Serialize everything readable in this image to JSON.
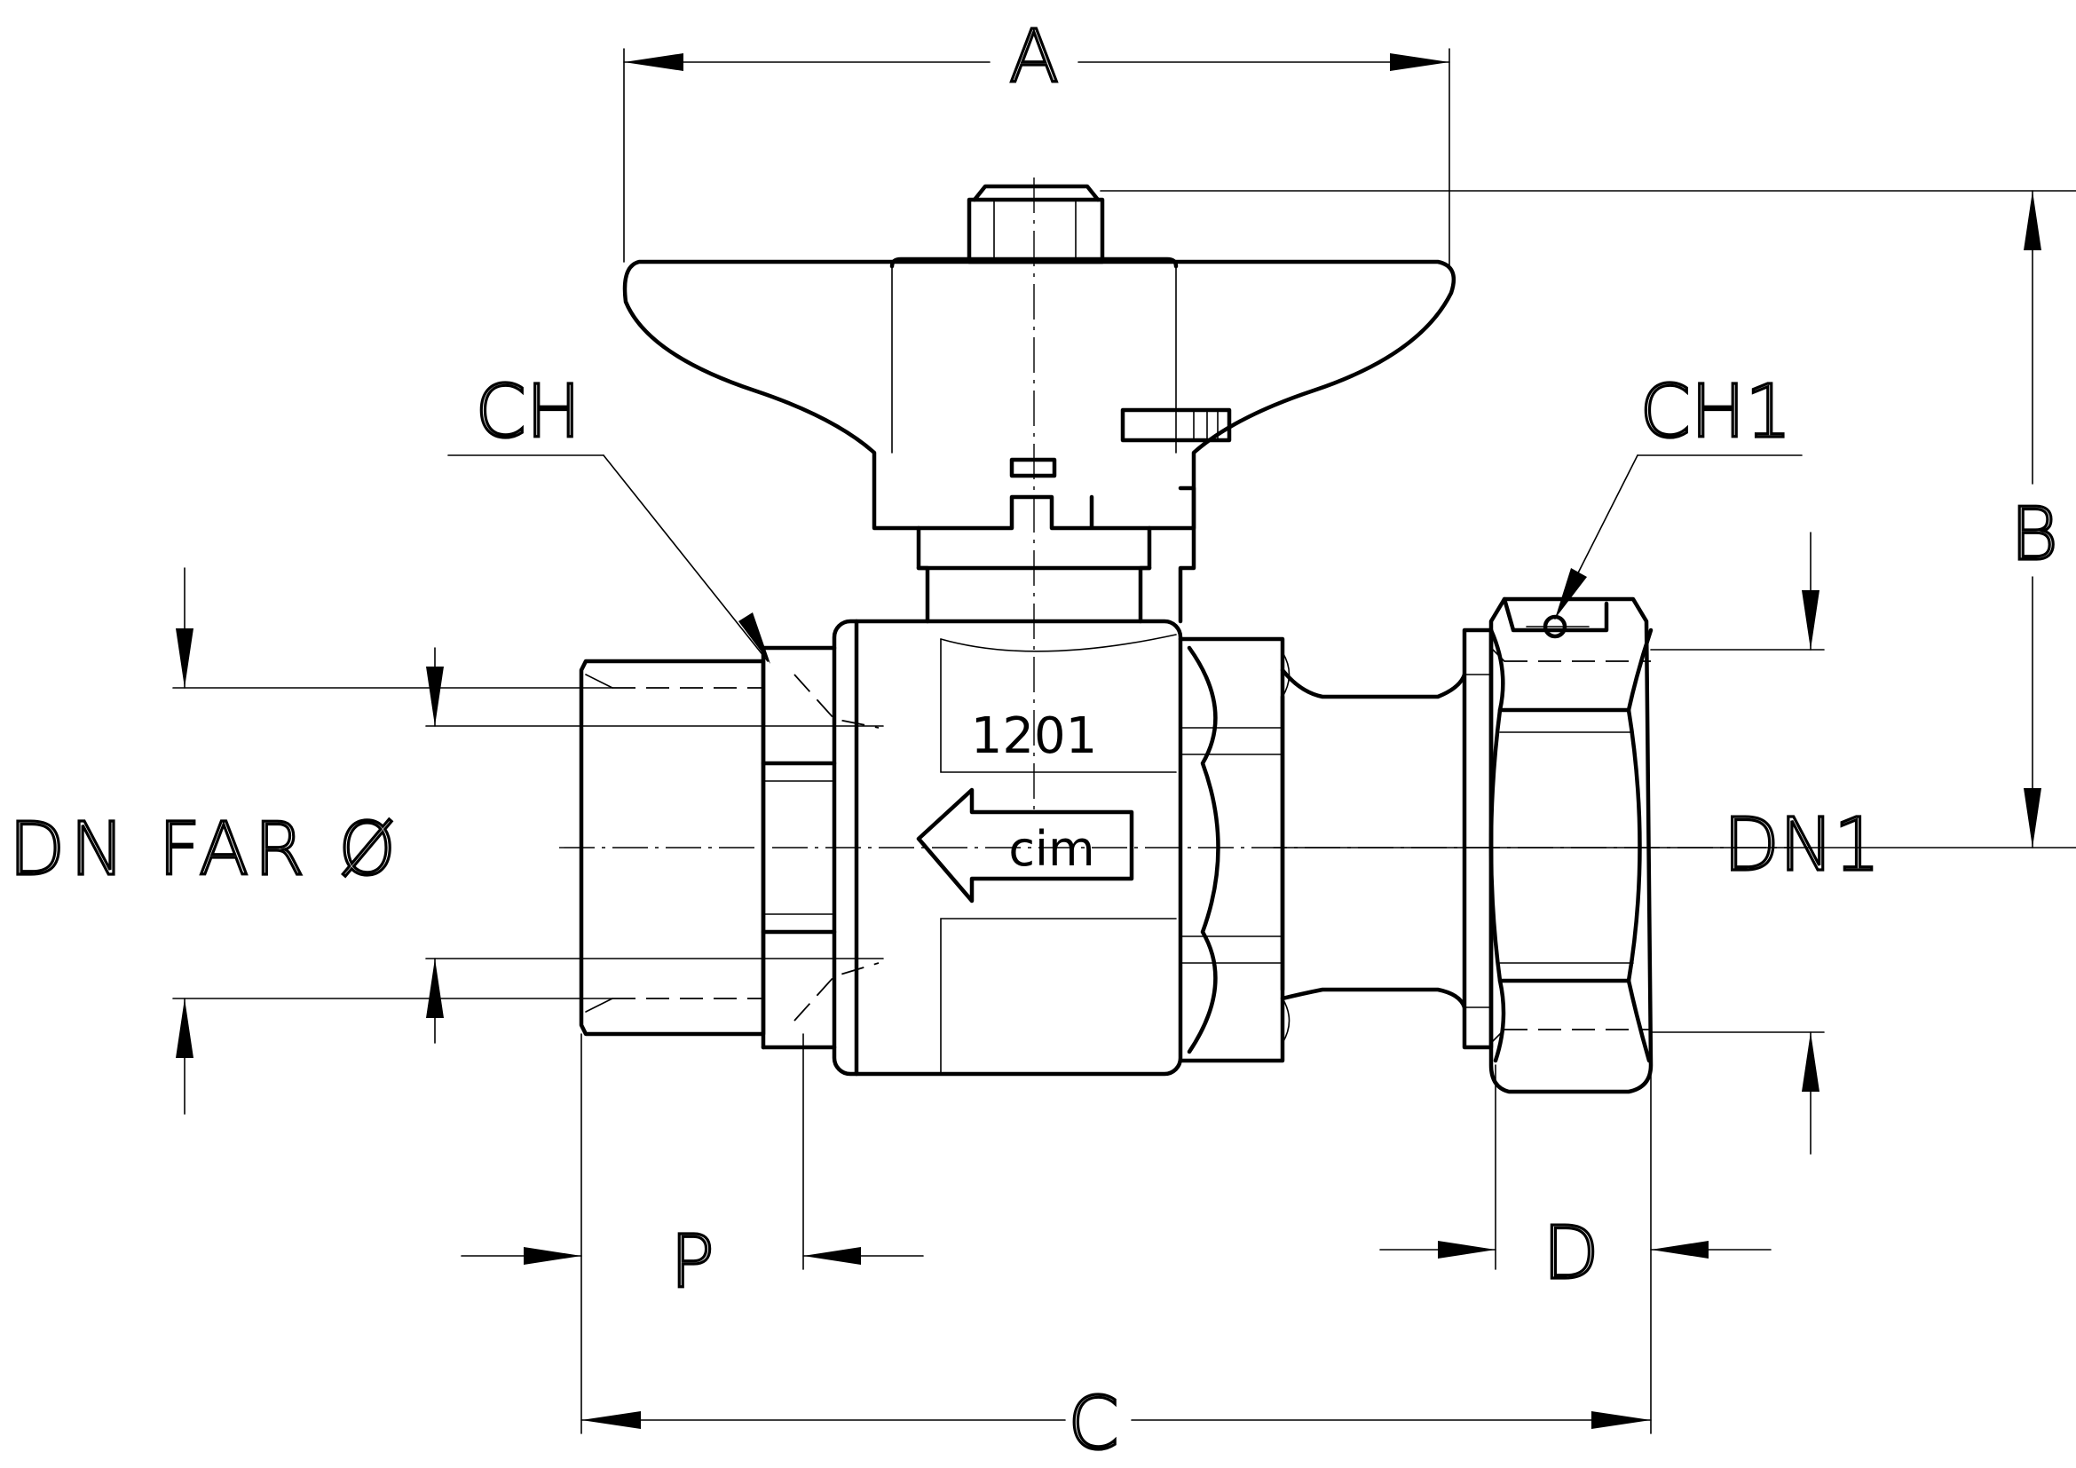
{
  "labels": {
    "A": "A",
    "B": "B",
    "C": "C",
    "P": "P",
    "D": "D",
    "CH": "CH",
    "CH1": "CH1",
    "DN1": "DN1",
    "left_size": "DN FAR Ø"
  },
  "markings": {
    "model_number": "1201",
    "brand": "cim"
  }
}
